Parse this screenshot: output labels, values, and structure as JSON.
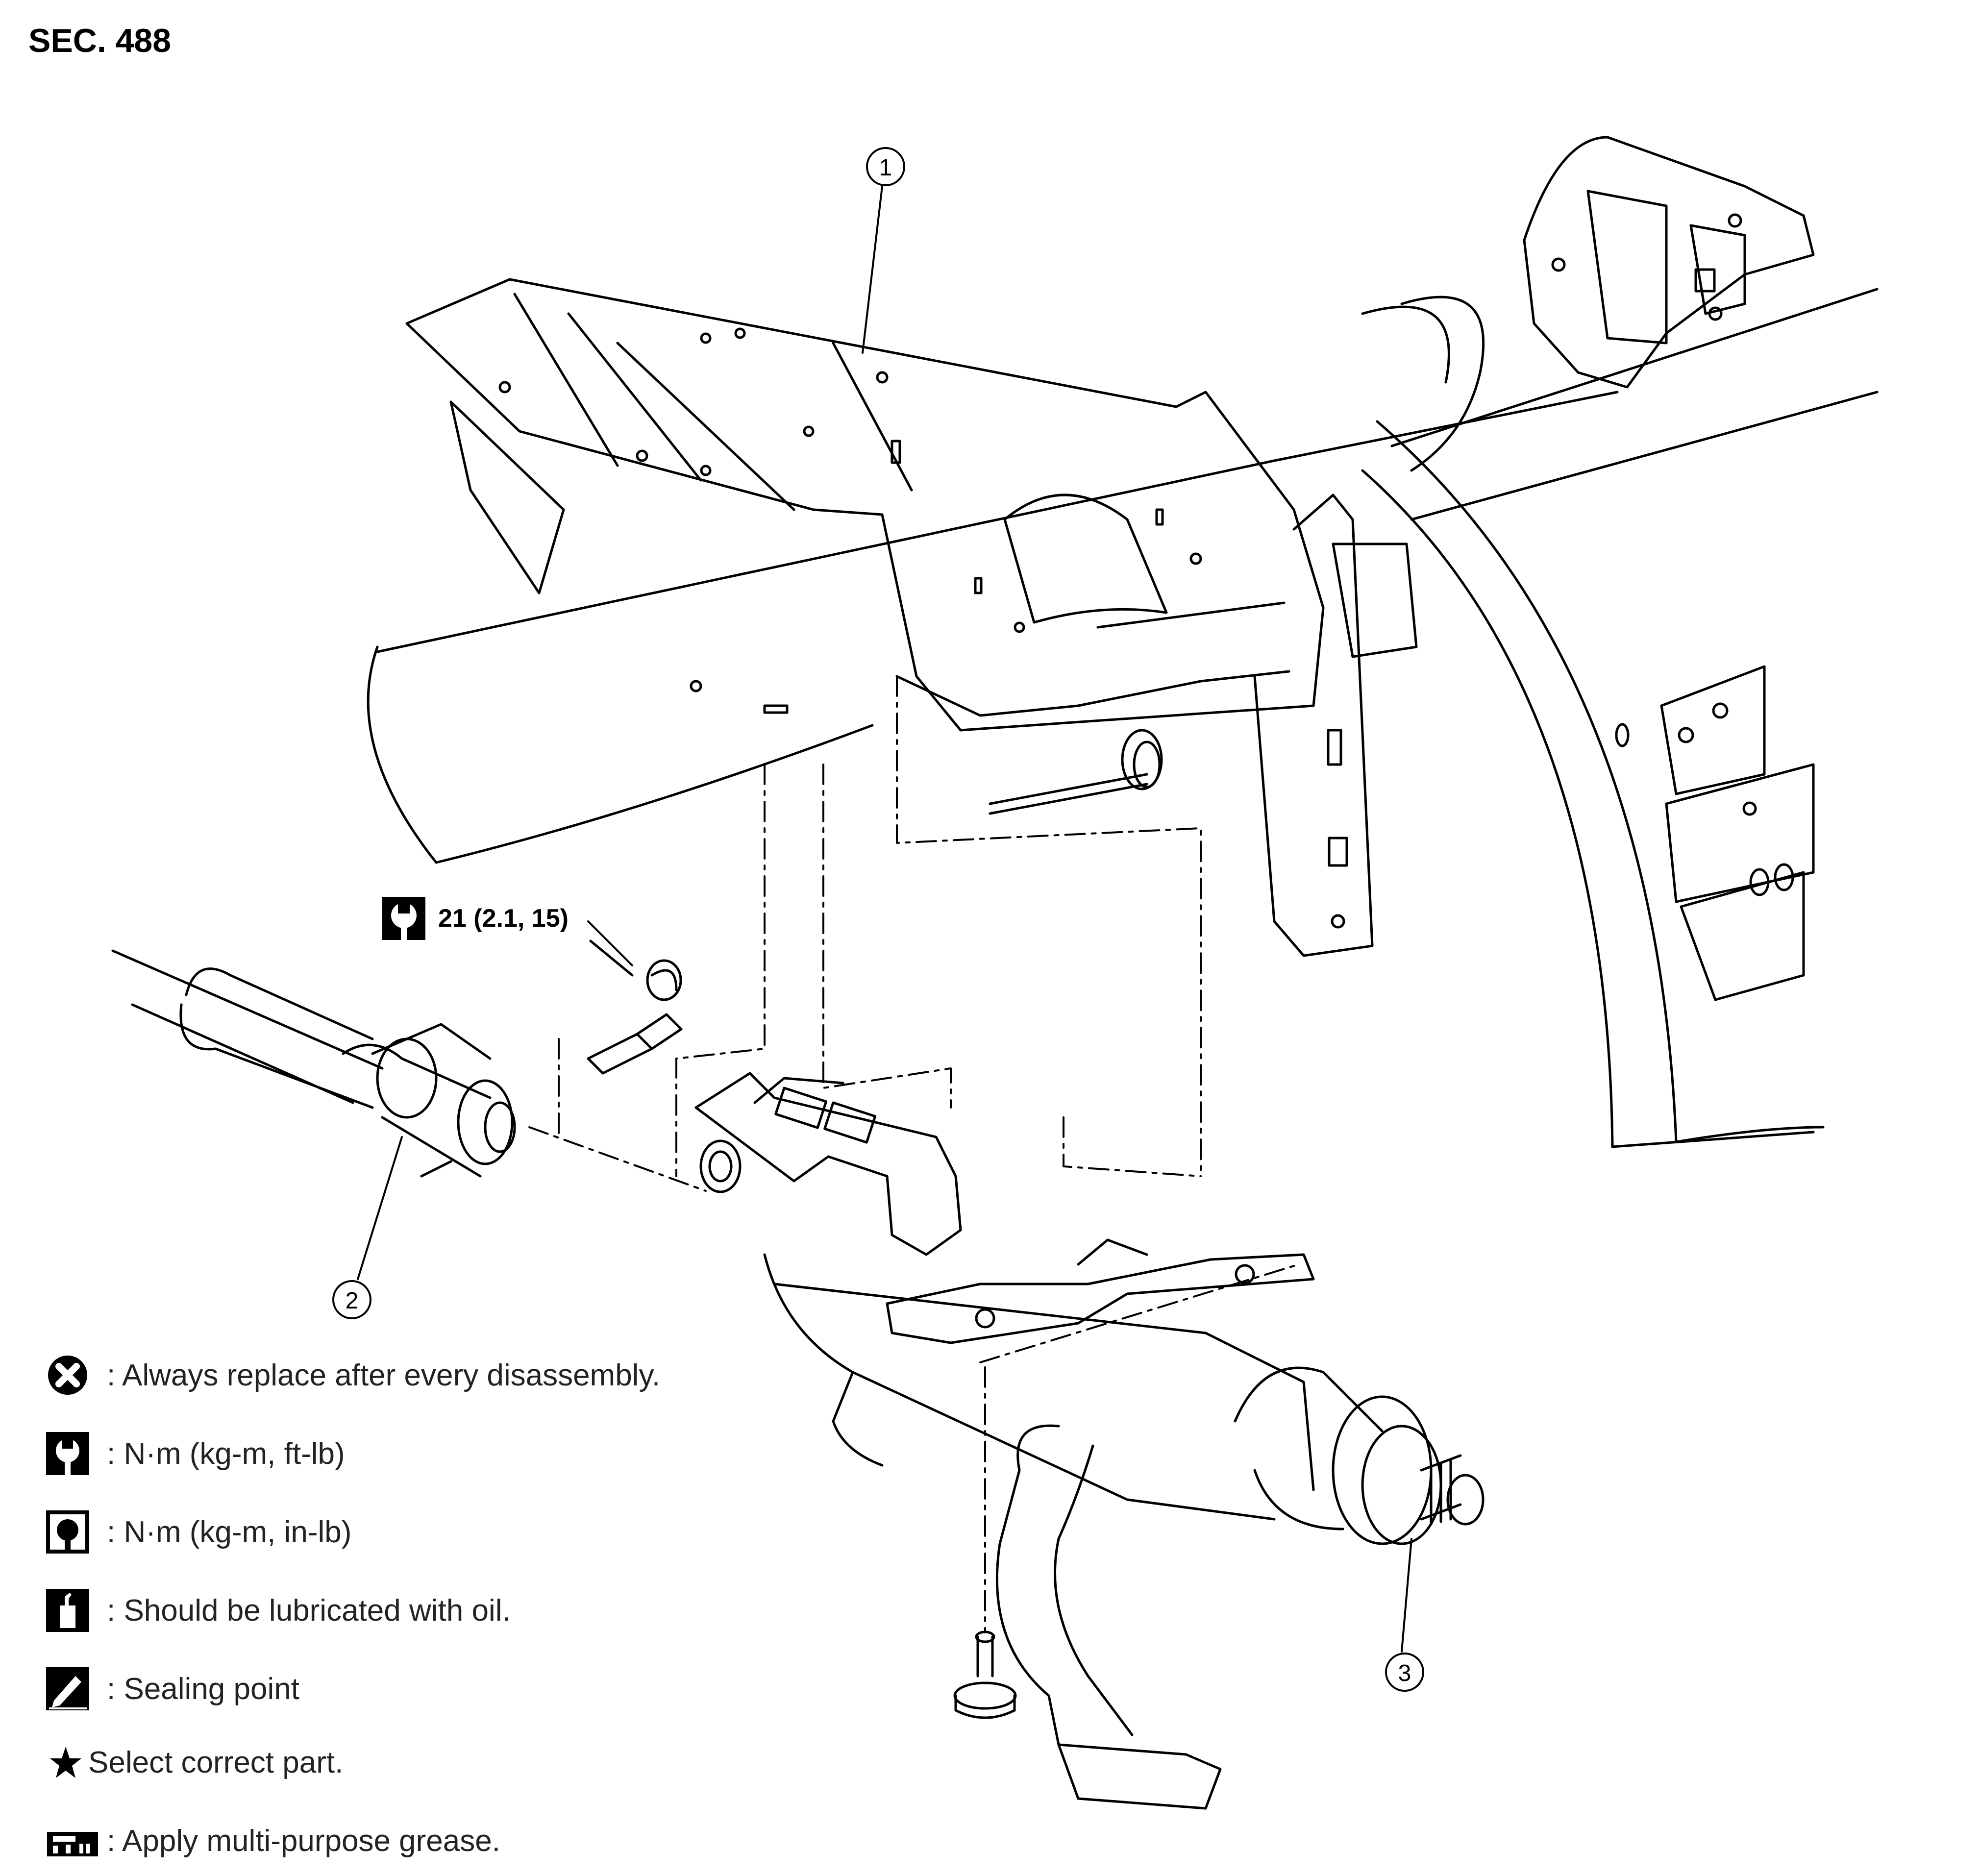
{
  "header": {
    "section": "SEC. 488"
  },
  "callouts": [
    "1",
    "2",
    "3"
  ],
  "torque_spec": {
    "icon": "torque-wrench-open-icon",
    "value": "21 (2.1, 15)"
  },
  "legend": [
    {
      "icon": "replace-x-icon",
      "text": ": Always replace after every disassembly."
    },
    {
      "icon": "torque-wrench-open-icon",
      "text": ": N·m (kg-m, ft-lb)"
    },
    {
      "icon": "torque-wrench-solid-icon",
      "text": ": N·m (kg-m, in-lb)"
    },
    {
      "icon": "oil-can-icon",
      "text": ": Should be lubricated with oil."
    },
    {
      "icon": "sealing-point-icon",
      "text": ": Sealing point"
    },
    {
      "icon": "star-icon",
      "text": "Select correct part."
    },
    {
      "icon": "grease-gun-icon",
      "text": ": Apply multi-purpose grease."
    }
  ]
}
